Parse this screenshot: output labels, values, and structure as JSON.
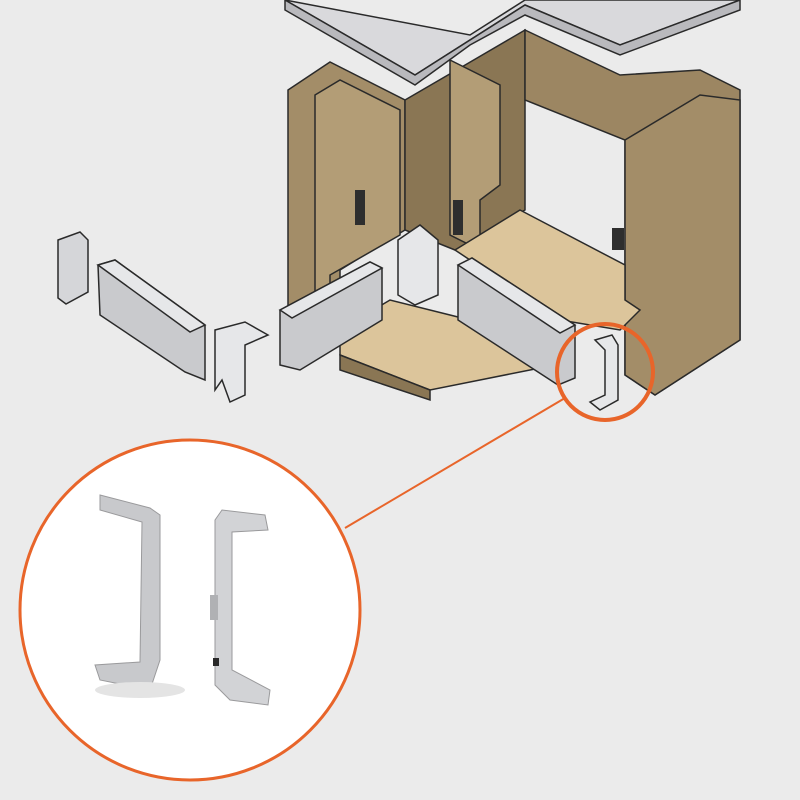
{
  "colors": {
    "background": "#ebebeb",
    "cabinet_side": "#a38d68",
    "cabinet_dark": "#8a7654",
    "cabinet_edge": "#c9b186",
    "floor": "#dcc59b",
    "countertop": "#d9d9dc",
    "metal": "#c9cacd",
    "metal_light": "#e6e7e9",
    "outline": "#2a2a2a",
    "accent": "#e8652a",
    "inset_fill": "#ffffff"
  },
  "parts": [
    "corner-cabinet",
    "plinth-panel",
    "corner-connector",
    "end-cap",
    "zoom-inset"
  ]
}
